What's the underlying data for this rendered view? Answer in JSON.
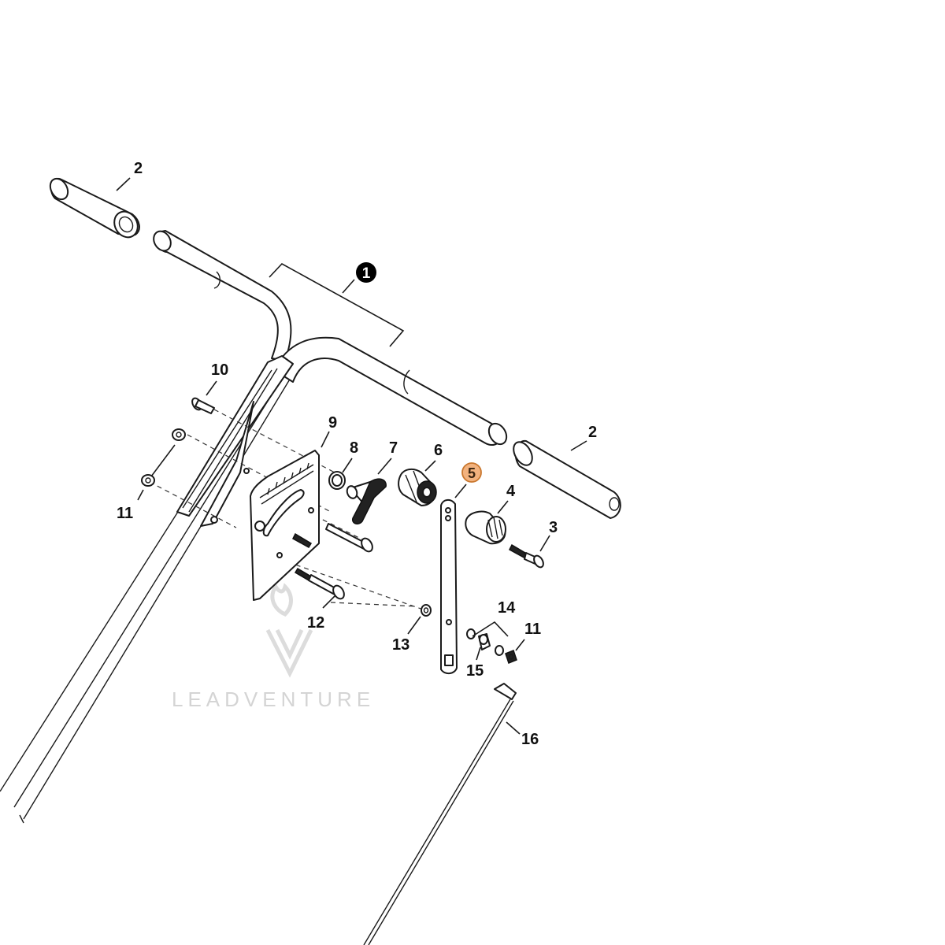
{
  "diagram": {
    "callouts": [
      {
        "id": "c1",
        "text": "1",
        "style": "assembly"
      },
      {
        "id": "c2a",
        "text": "2",
        "style": "plain"
      },
      {
        "id": "c2b",
        "text": "2",
        "style": "plain"
      },
      {
        "id": "c3",
        "text": "3",
        "style": "plain"
      },
      {
        "id": "c4",
        "text": "4",
        "style": "plain"
      },
      {
        "id": "c5",
        "text": "5",
        "style": "highlighted"
      },
      {
        "id": "c6",
        "text": "6",
        "style": "plain"
      },
      {
        "id": "c7",
        "text": "7",
        "style": "plain"
      },
      {
        "id": "c8",
        "text": "8",
        "style": "plain"
      },
      {
        "id": "c9",
        "text": "9",
        "style": "plain"
      },
      {
        "id": "c10",
        "text": "10",
        "style": "plain"
      },
      {
        "id": "c11a",
        "text": "11",
        "style": "plain"
      },
      {
        "id": "c11b",
        "text": "11",
        "style": "plain"
      },
      {
        "id": "c12",
        "text": "12",
        "style": "plain"
      },
      {
        "id": "c13",
        "text": "13",
        "style": "plain"
      },
      {
        "id": "c14",
        "text": "14",
        "style": "plain"
      },
      {
        "id": "c15",
        "text": "15",
        "style": "plain"
      },
      {
        "id": "c16",
        "text": "16",
        "style": "plain"
      }
    ],
    "highlight_color": "#f2b27e",
    "highlight_stroke": "#c9772e",
    "assembly_badge_color": "#000000"
  },
  "watermark": {
    "text": "LEADVENTURE",
    "color": "#d4d4d4"
  }
}
